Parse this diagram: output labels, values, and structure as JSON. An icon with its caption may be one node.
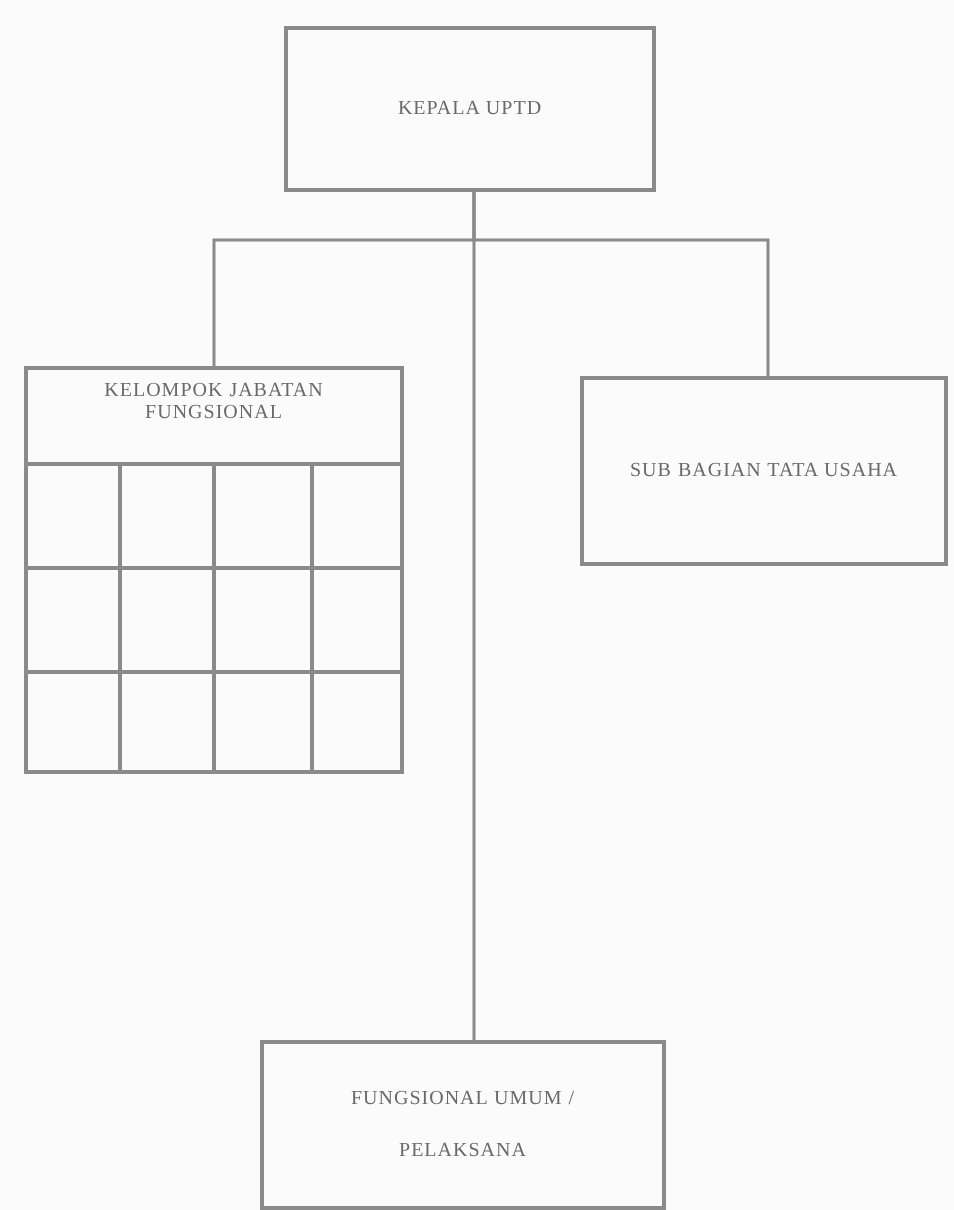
{
  "diagram": {
    "nodes": [
      {
        "text": [
          "KEPALA UPTD"
        ]
      },
      {
        "text": [
          "KELOMPOK JABATAN FUNGSIONAL"
        ]
      },
      {
        "text": [
          "SUB BAGIAN TATA USAHA"
        ]
      },
      {
        "text": [
          "FUNGSIONAL UMUM / PELAKSANA"
        ]
      }
    ],
    "edges": [
      {
        "from": 0,
        "to": 1,
        "arrow": "none"
      },
      {
        "from": 0,
        "to": 2,
        "arrow": "none"
      },
      {
        "from": 0,
        "to": 3,
        "arrow": "none"
      }
    ]
  }
}
